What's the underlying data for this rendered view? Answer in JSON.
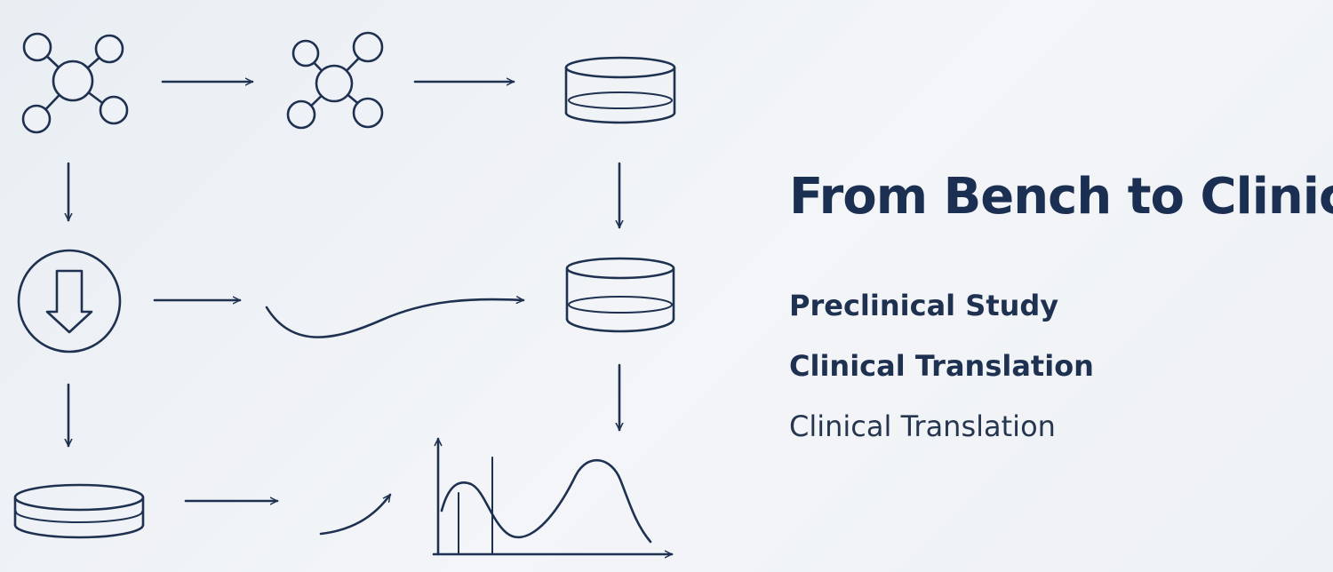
{
  "heading": {
    "title": "From Bench to Clinic"
  },
  "stages": [
    {
      "label": "Preclinical Study",
      "weight": "bold"
    },
    {
      "label": "Clinical Translation",
      "weight": "bold"
    },
    {
      "label": "Clinical Translation",
      "weight": "normal"
    }
  ],
  "icons": [
    "molecule-icon",
    "molecule-icon",
    "petri-dish-icon",
    "download-circle-icon",
    "petri-dish-icon",
    "flat-dish-icon",
    "curve-chart-icon"
  ],
  "colors": {
    "ink": "#1f3150",
    "title": "#1b2f52",
    "background": "#eef1f5"
  }
}
